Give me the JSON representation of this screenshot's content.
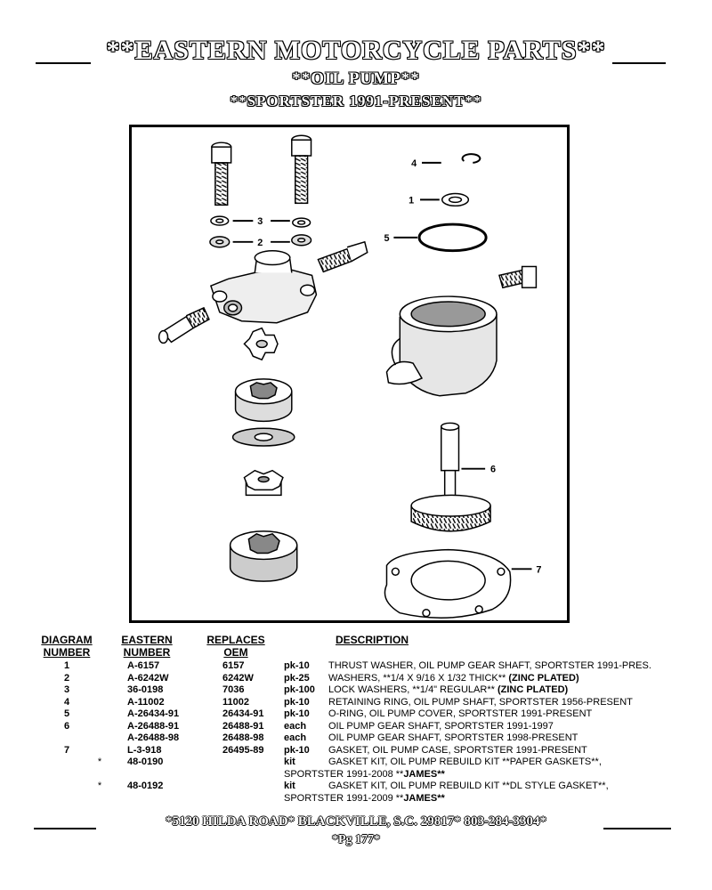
{
  "header": {
    "company": "**EASTERN MOTORCYCLE PARTS**",
    "subtitle": "**OIL PUMP**",
    "model": "**SPORTSTER 1991-PRESENT**"
  },
  "diagram": {
    "callouts": [
      "1",
      "2",
      "3",
      "4",
      "5",
      "6",
      "7"
    ]
  },
  "table": {
    "headers": {
      "diagram": [
        "DIAGRAM",
        "NUMBER"
      ],
      "eastern": [
        "EASTERN",
        "NUMBER"
      ],
      "oem": [
        "REPLACES",
        "OEM"
      ],
      "description": "DESCRIPTION"
    },
    "rows": [
      {
        "diag": "1",
        "star": "",
        "eastern": "A-6157",
        "oem": "6157",
        "qty": "pk-10",
        "desc": "THRUST WASHER, OIL PUMP GEAR SHAFT, SPORTSTER 1991-PRES.",
        "bold": "",
        "cont": "",
        "cont_bold": ""
      },
      {
        "diag": "2",
        "star": "",
        "eastern": "A-6242W",
        "oem": "6242W",
        "qty": "pk-25",
        "desc": "WASHERS, **1/4 X 9/16 X 1/32 THICK** ",
        "bold": "(ZINC PLATED)",
        "cont": "",
        "cont_bold": ""
      },
      {
        "diag": "3",
        "star": "",
        "eastern": "36-0198",
        "oem": "7036",
        "qty": "pk-100",
        "desc": "LOCK WASHERS, **1/4\" REGULAR** ",
        "bold": "(ZINC PLATED)",
        "cont": "",
        "cont_bold": ""
      },
      {
        "diag": "4",
        "star": "",
        "eastern": "A-11002",
        "oem": "11002",
        "qty": "pk-10",
        "desc": "RETAINING RING, OIL PUMP SHAFT, SPORTSTER 1956-PRESENT",
        "bold": "",
        "cont": "",
        "cont_bold": ""
      },
      {
        "diag": "5",
        "star": "",
        "eastern": "A-26434-91",
        "oem": "26434-91",
        "qty": "pk-10",
        "desc": "O-RING, OIL PUMP COVER, SPORTSTER 1991-PRESENT",
        "bold": "",
        "cont": "",
        "cont_bold": ""
      },
      {
        "diag": "6",
        "star": "",
        "eastern": "A-26488-91",
        "oem": "26488-91",
        "qty": "each",
        "desc": "OIL PUMP GEAR SHAFT, SPORTSTER 1991-1997",
        "bold": "",
        "cont": "",
        "cont_bold": ""
      },
      {
        "diag": "",
        "star": "",
        "eastern": "A-26488-98",
        "oem": "26488-98",
        "qty": "each",
        "desc": "OIL PUMP GEAR SHAFT, SPORTSTER 1998-PRESENT",
        "bold": "",
        "cont": "",
        "cont_bold": ""
      },
      {
        "diag": "7",
        "star": "",
        "eastern": "L-3-918",
        "oem": "26495-89",
        "qty": "pk-10",
        "desc": "GASKET, OIL PUMP CASE, SPORTSTER 1991-PRESENT",
        "bold": "",
        "cont": "",
        "cont_bold": ""
      },
      {
        "diag": "",
        "star": "*",
        "eastern": "48-0190",
        "oem": "",
        "qty": "kit",
        "desc": "GASKET KIT, OIL PUMP REBUILD KIT **PAPER GASKETS**,",
        "bold": "",
        "cont": "SPORTSTER 1991-2008 **",
        "cont_bold": "JAMES**"
      },
      {
        "diag": "",
        "star": "*",
        "eastern": "48-0192",
        "oem": "",
        "qty": "kit",
        "desc": "GASKET KIT, OIL PUMP REBUILD KIT **DL STYLE GASKET**,",
        "bold": "",
        "cont": "SPORTSTER 1991-2009 **",
        "cont_bold": "JAMES**"
      }
    ]
  },
  "footer": {
    "address": "*5120 HILDA ROAD* BLACKVILLE, S.C. 29817* 803-284-3304*",
    "page": "*Pg 177*"
  }
}
